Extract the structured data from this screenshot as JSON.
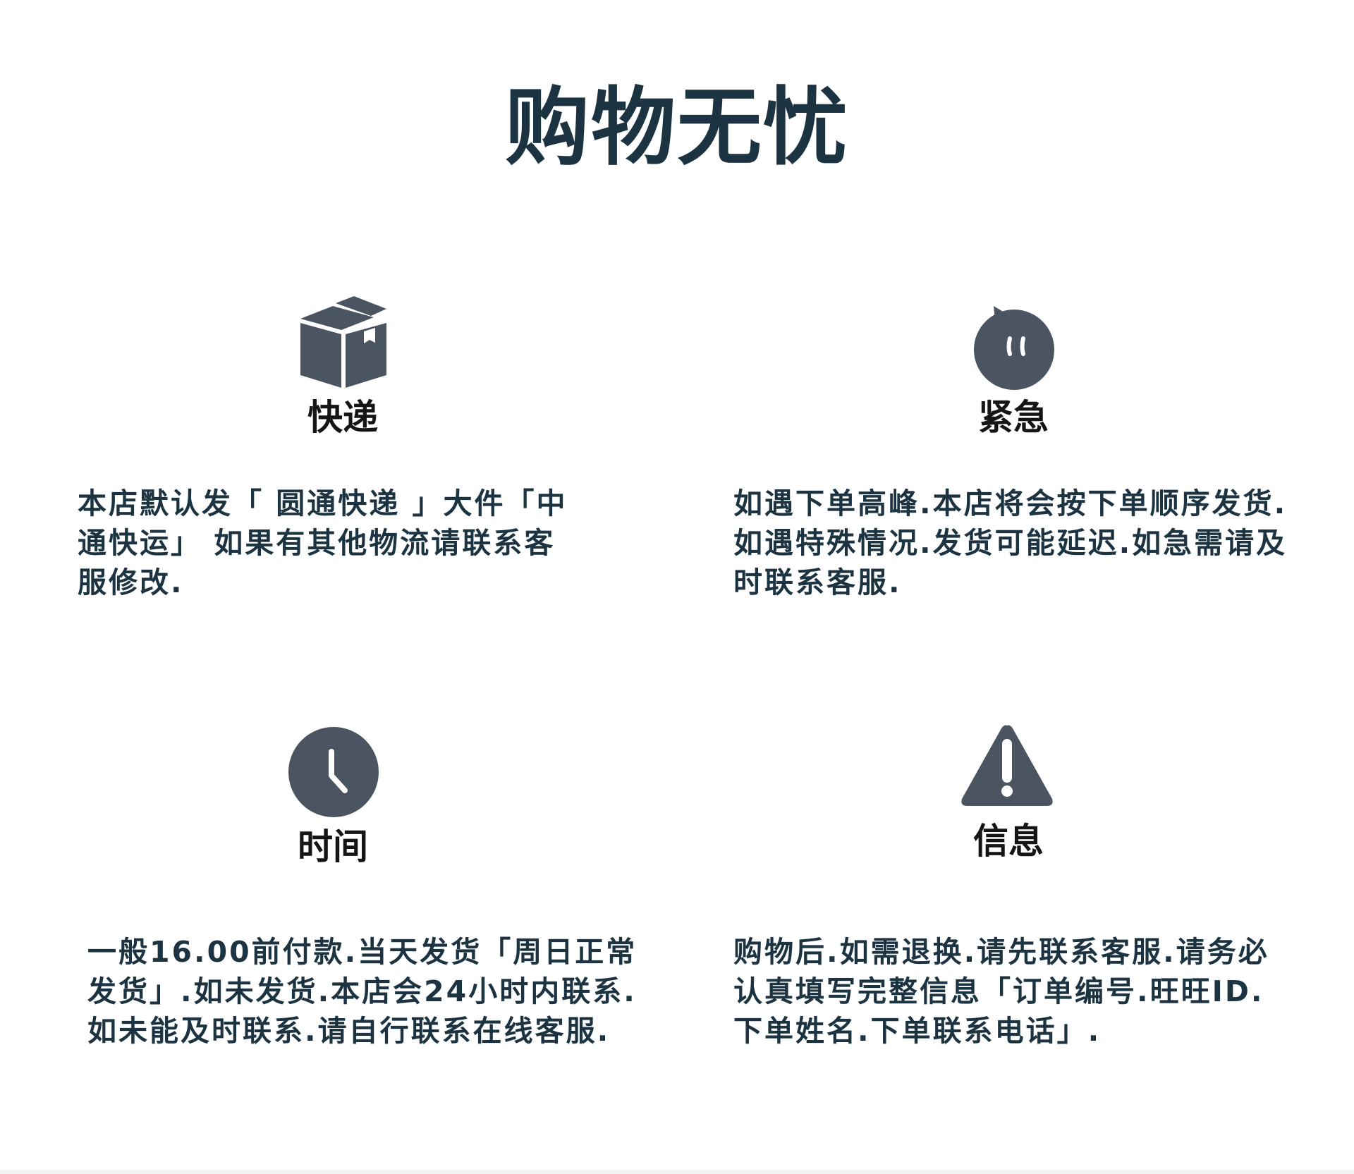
{
  "page": {
    "title": "购物无忧"
  },
  "theme": {
    "title_color": "#1c3342",
    "icon_color": "#4a5561",
    "label_color": "#151515"
  },
  "sections": [
    {
      "icon": "package-box-icon",
      "label": "快递",
      "text": "本店默认发「 圆通快递 」大件「中\n通快运」 如果有其他物流请联系客\n服修改."
    },
    {
      "icon": "chat-bubble-icon",
      "label": "紧急",
      "text": "如遇下单高峰.本店将会按下单顺序发货.\n如遇特殊情况.发货可能延迟.如急需请及\n时联系客服."
    },
    {
      "icon": "clock-icon",
      "label": "时间",
      "text": "一般16.00前付款.当天发货「周日正常\n发货」.如未发货.本店会24小时内联系.\n如未能及时联系.请自行联系在线客服."
    },
    {
      "icon": "warning-triangle-icon",
      "label": "信息",
      "text": "购物后.如需退换.请先联系客服.请务必\n认真填写完整信息「订单编号.旺旺ID.\n下单姓名.下单联系电话」."
    }
  ]
}
